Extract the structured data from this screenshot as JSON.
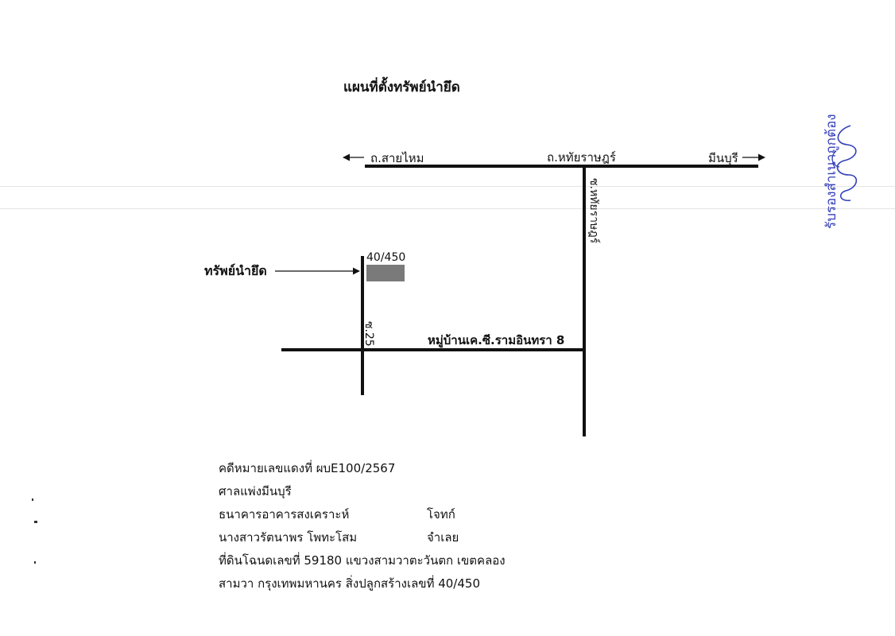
{
  "title": "แผนที่ตั้งทรัพย์นำยึด",
  "roads": {
    "sai_mai": "ถ.สายไหม",
    "hathai_rat": "ถ.หทัยราษฎร์",
    "min_buri": "มีนบุรี",
    "soi_hathai_rat": "ซ.หทัยราษฎร์",
    "soi_25": "ซ.25",
    "village": "หมู่บ้านเค.ซี.รามอินทรา 8"
  },
  "property": {
    "label": "ทรัพย์นำยึด",
    "number": "40/450",
    "color": "#7a7a7a"
  },
  "case_info": [
    "คดีหมายเลขแดงที่ ผบE100/2567",
    "ศาลแพ่งมีนบุรี",
    "ธนาคารอาคารสงเคราะห์",
    "นางสาวรัตนาพร  โพทะโสม",
    "ที่ดินโฉนดเลขที่ 59180 แขวงสามวาตะวันตก เขตคลอง",
    "สามวา กรุงเทพมหานคร สิ่งปลูกสร้างเลขที่ 40/450"
  ],
  "roles": {
    "plaintiff": "โจทก์",
    "defendant": "จำเลย"
  },
  "stamp": {
    "text": "รับรองสำเนาถูกต้อง",
    "color": "#3440b8"
  }
}
